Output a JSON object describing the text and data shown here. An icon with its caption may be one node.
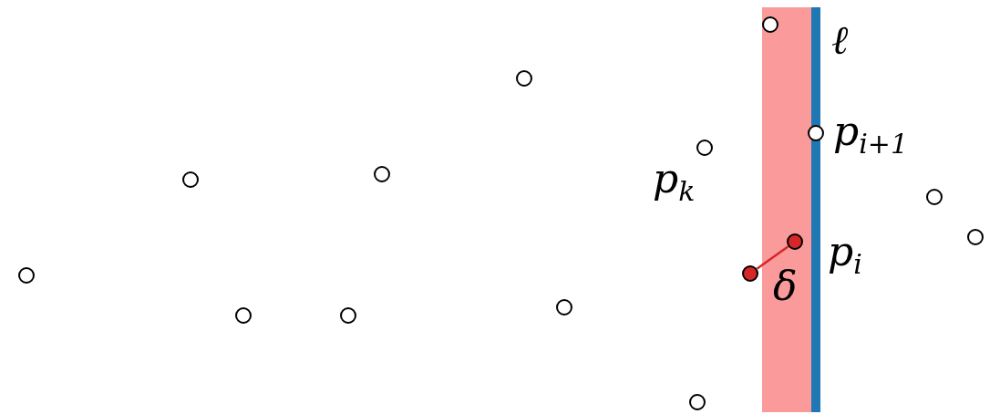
{
  "diagram": {
    "nodes": [
      {
        "text": [],
        "shape": "circle"
      },
      {
        "text": [],
        "shape": "circle"
      },
      {
        "text": [],
        "shape": "circle"
      },
      {
        "text": [],
        "shape": "circle"
      },
      {
        "text": [],
        "shape": "circle"
      },
      {
        "text": [],
        "shape": "circle"
      },
      {
        "text": [],
        "shape": "circle"
      },
      {
        "text": [],
        "shape": "circle"
      },
      {
        "text": [],
        "shape": "circle"
      },
      {
        "text": [],
        "shape": "circle"
      },
      {
        "text": [],
        "shape": "circle"
      },
      {
        "text": [],
        "shape": "circle"
      },
      {
        "text": [],
        "shape": "circle"
      },
      {
        "text": [],
        "shape": "circle"
      },
      {
        "text": [],
        "shape": "circle"
      }
    ],
    "edges": [
      {
        "from": 9,
        "to": 11,
        "arrow": "none",
        "label": "δ",
        "color": "#d62728"
      }
    ],
    "labels": [
      "ℓ",
      "p$_{i+1}$",
      "p$_{k}$",
      "p$_{i}$"
    ]
  }
}
